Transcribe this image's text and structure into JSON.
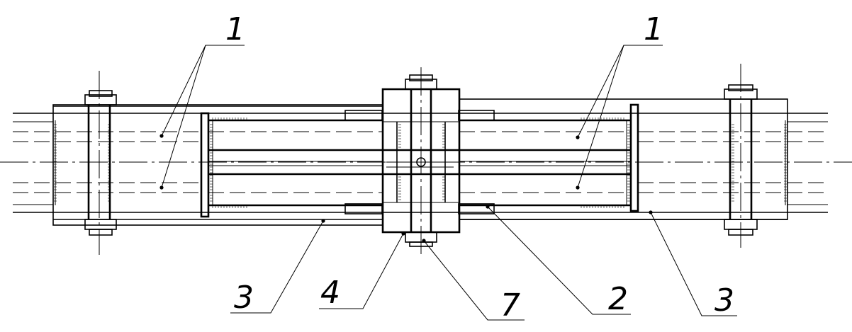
{
  "callouts": [
    {
      "id": "label-1-left",
      "text": "1"
    },
    {
      "id": "label-1-right",
      "text": "1"
    },
    {
      "id": "label-3-left",
      "text": "3"
    },
    {
      "id": "label-4",
      "text": "4"
    },
    {
      "id": "label-7",
      "text": "7"
    },
    {
      "id": "label-2",
      "text": "2"
    },
    {
      "id": "label-3-right",
      "text": "3"
    }
  ]
}
